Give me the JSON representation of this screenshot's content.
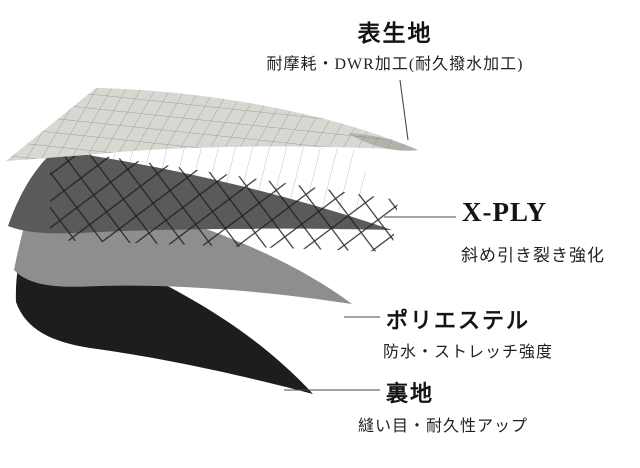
{
  "diagram": {
    "type": "layered-fabric-construction",
    "colors": {
      "background": "#ffffff",
      "outer_fabric": "#d8d8d2",
      "outer_fabric_curl": "#b3b3ad",
      "xply_layer": "#5a5a5a",
      "polyester_layer": "#8e8e8e",
      "lining_layer": "#1d1d1d",
      "hatch_line": "#1c1c1c",
      "mesh_line": "#83837d",
      "leader_line": "#4a4a4a"
    },
    "callouts": [
      {
        "id": "outer",
        "title": "表生地",
        "desc": "耐摩耗・DWR加工(耐久撥水加工)"
      },
      {
        "id": "xply",
        "title": "X-PLY",
        "desc": "斜め引き裂き強化"
      },
      {
        "id": "polyester",
        "title": "ポリエステル",
        "desc": "防水・ストレッチ強度"
      },
      {
        "id": "lining",
        "title": "裏地",
        "desc": "縫い目・耐久性アップ"
      }
    ]
  }
}
